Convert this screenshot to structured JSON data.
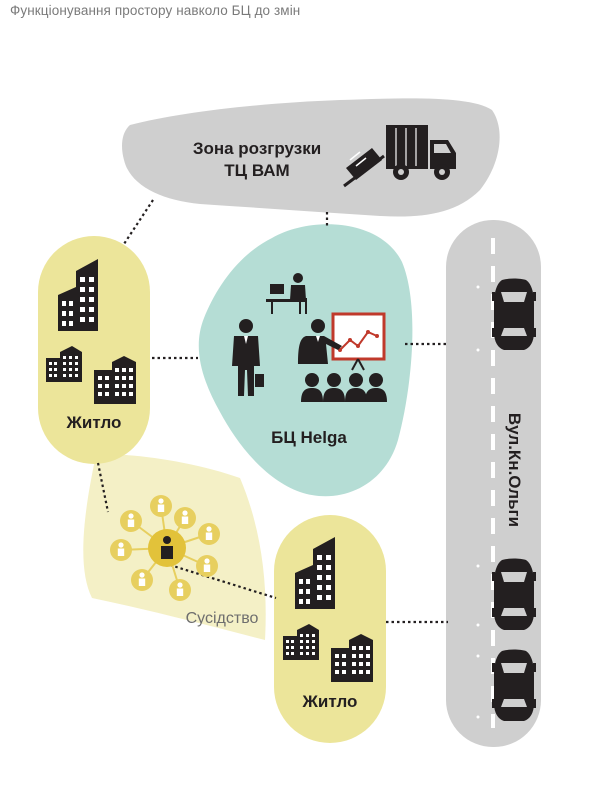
{
  "title": "Функціонування простору навколо БЦ до змін",
  "unloading_zone": {
    "line1": "Зона розгрузки",
    "line2": "ТЦ ВАМ"
  },
  "housing_top": {
    "label": "Житло"
  },
  "housing_bottom": {
    "label": "Житло"
  },
  "business_center": {
    "label": "БЦ Helga"
  },
  "neighborhood": {
    "label": "Сусідство"
  },
  "street": {
    "label": "Вул.Кн.Ольги"
  },
  "colors": {
    "unloading_zone": "#cfcfcf",
    "housing": "#ece59a",
    "neighborhood": "#f4f0c6",
    "business_center": "#b5ddd5",
    "street": "#cfcfcf",
    "icon": "#231f20",
    "presentation_accent": "#c0392b",
    "neighborhood_person": "#e7cf5f"
  },
  "icons": [
    "truck-icon",
    "ramp-icon",
    "buildings-icon",
    "businessman-icon",
    "office-worker-icon",
    "presenter-icon",
    "audience-icon",
    "people-network-icon",
    "car-icon"
  ]
}
